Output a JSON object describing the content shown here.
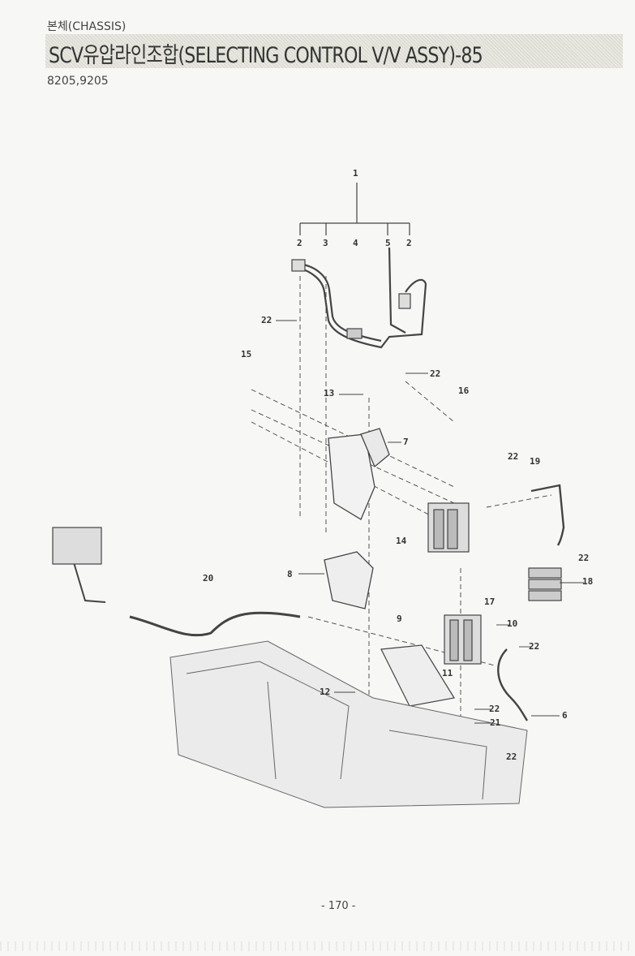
{
  "header": {
    "section": "본체(CHASSIS)",
    "title": "SCV유압라인조합(SELECTING CONTROL V/V ASSY)-85",
    "models": "8205,9205"
  },
  "callouts": [
    "1",
    "2",
    "3",
    "4",
    "5",
    "2",
    "22",
    "22",
    "15",
    "13",
    "16",
    "7",
    "22",
    "19",
    "22",
    "18",
    "14",
    "8",
    "20",
    "17",
    "9",
    "10",
    "22",
    "11",
    "12",
    "22",
    "21",
    "6",
    "22"
  ],
  "page_number": "- 170 -"
}
